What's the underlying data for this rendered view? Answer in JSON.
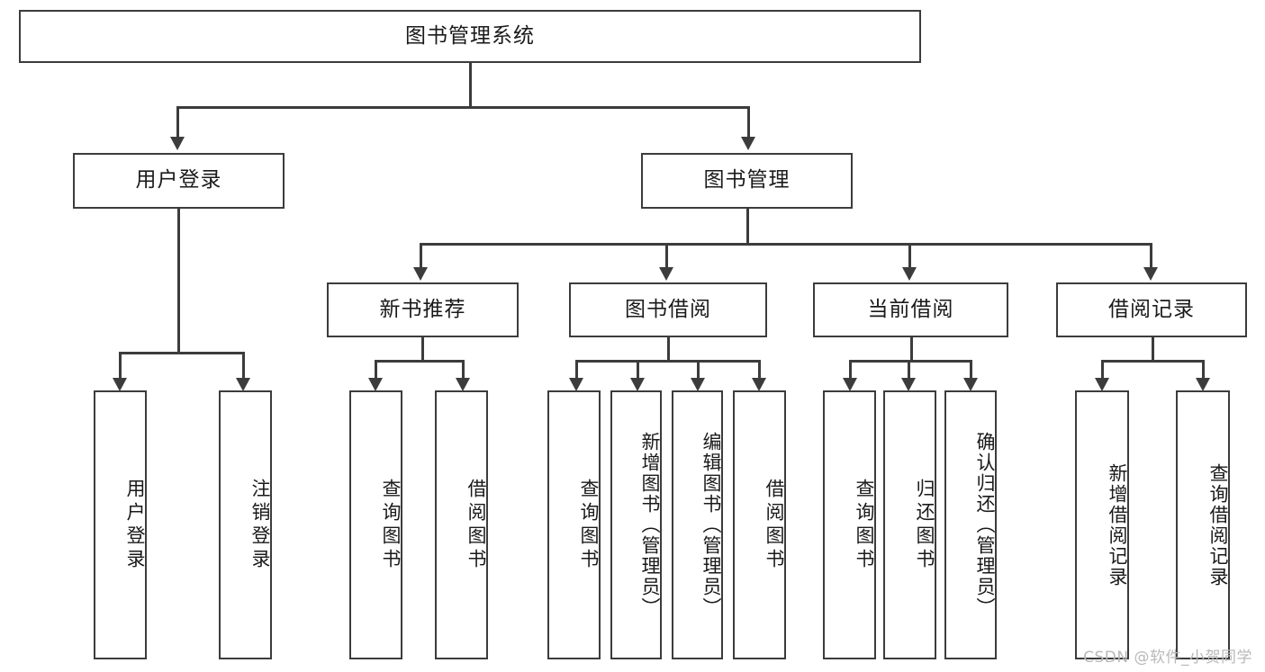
{
  "diagram": {
    "title": "图书管理系统",
    "type": "tree",
    "root": {
      "label": "图书管理系统"
    },
    "level2": [
      {
        "label": "用户登录"
      },
      {
        "label": "图书管理"
      }
    ],
    "level3": [
      {
        "label": "新书推荐"
      },
      {
        "label": "图书借阅"
      },
      {
        "label": "当前借阅"
      },
      {
        "label": "借阅记录"
      }
    ],
    "leaves": [
      {
        "label": "用户登录",
        "parent": "用户登录"
      },
      {
        "label": "注销登录",
        "parent": "用户登录"
      },
      {
        "label": "查询图书",
        "parent": "新书推荐"
      },
      {
        "label": "借阅图书",
        "parent": "新书推荐"
      },
      {
        "label": "查询图书",
        "parent": "图书借阅"
      },
      {
        "label": "新增图书（管理员）",
        "parent": "图书借阅"
      },
      {
        "label": "编辑图书（管理员）",
        "parent": "图书借阅"
      },
      {
        "label": "借阅图书",
        "parent": "图书借阅"
      },
      {
        "label": "查询图书",
        "parent": "当前借阅"
      },
      {
        "label": "归还图书",
        "parent": "当前借阅"
      },
      {
        "label": "确认归还（管理员）",
        "parent": "当前借阅"
      },
      {
        "label": "新增借阅记录",
        "parent": "借阅记录"
      },
      {
        "label": "查询借阅记录",
        "parent": "借阅记录"
      }
    ]
  },
  "watermark": "CSDN @软件_小贺同学",
  "colors": {
    "stroke": "#3c3c3c",
    "fill": "#ffffff",
    "text": "#1a1a1a",
    "watermark": "#b9b9b9"
  }
}
